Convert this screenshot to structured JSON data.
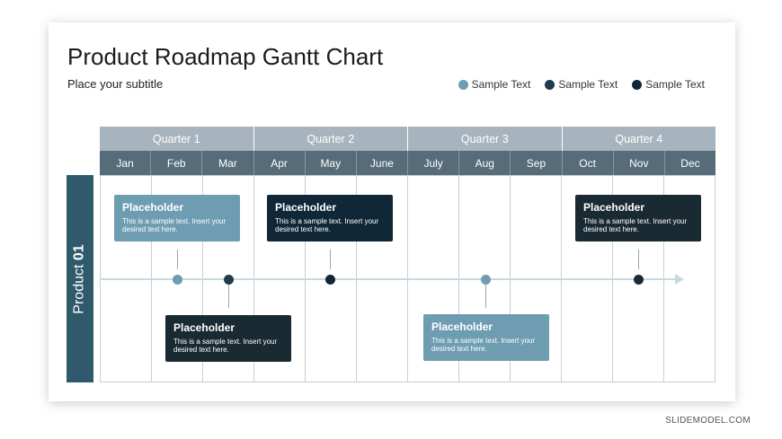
{
  "title": "Product Roadmap Gantt Chart",
  "subtitle": "Place your subtitle",
  "legend": [
    {
      "label": "Sample Text",
      "color": "#6e9db2"
    },
    {
      "label": "Sample Text",
      "color": "#1f3b4d"
    },
    {
      "label": "Sample Text",
      "color": "#0f2737"
    }
  ],
  "quarters": [
    "Quarter 1",
    "Quarter 2",
    "Quarter 3",
    "Quarter 4"
  ],
  "months": [
    "Jan",
    "Feb",
    "Mar",
    "Apr",
    "May",
    "June",
    "July",
    "Aug",
    "Sep",
    "Oct",
    "Nov",
    "Dec"
  ],
  "product": {
    "prefix": "Product",
    "number": "01"
  },
  "cards": [
    {
      "title": "Placeholder",
      "text": "This is a sample text. Insert your desired text here."
    },
    {
      "title": "Placeholder",
      "text": "This is a sample text. Insert your desired text here."
    },
    {
      "title": "Placeholder",
      "text": "This is a sample text. Insert your desired text here."
    },
    {
      "title": "Placeholder",
      "text": "This is a sample text. Insert your desired text here."
    },
    {
      "title": "Placeholder",
      "text": "This is a sample text. Insert your desired text here."
    }
  ],
  "colors": {
    "quarter_header": "#a7b4bd",
    "month_header": "#566d79",
    "product_bar": "#2e5a6b",
    "light_blue": "#6e9db2",
    "navy": "#0f2737",
    "dark": "#1a2a33"
  },
  "footer": "SLIDEMODEL.COM"
}
